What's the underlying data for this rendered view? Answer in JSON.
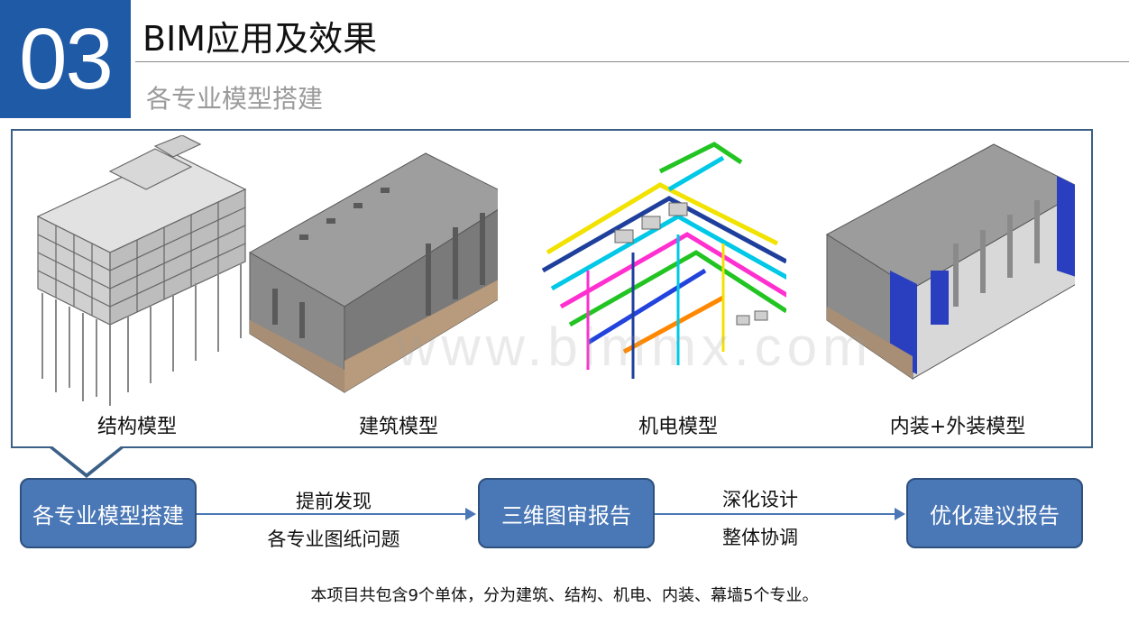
{
  "header": {
    "number": "03",
    "title": "BIM应用及效果",
    "subtitle": "各专业模型搭建"
  },
  "models": [
    {
      "label": "结构模型"
    },
    {
      "label": "建筑模型"
    },
    {
      "label": "机电模型"
    },
    {
      "label": "内装+外装模型"
    }
  ],
  "watermark": "www.bimmx.com",
  "flow": {
    "steps": [
      "各专业模型搭建",
      "三维图审报告",
      "优化建议报告"
    ],
    "arrow1": {
      "top": "提前发现",
      "bottom": "各专业图纸问题"
    },
    "arrow2": {
      "top": "深化设计",
      "bottom": "整体协调"
    }
  },
  "footer": "本项目共包含9个单体，分为建筑、结构、机电、内装、幕墙5个专业。"
}
